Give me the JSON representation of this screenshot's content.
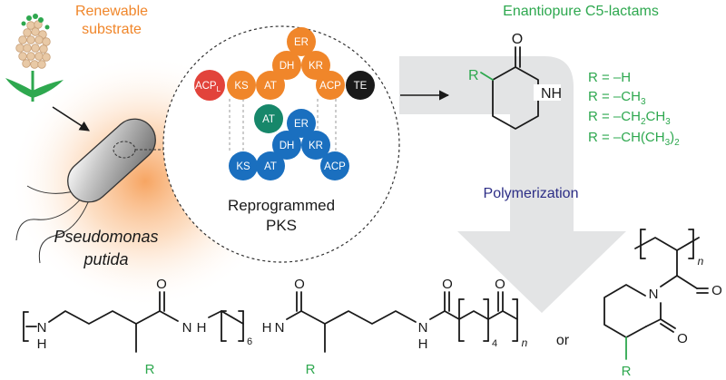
{
  "colors": {
    "orange": "#f0862a",
    "green": "#2ea84f",
    "navy": "#2d2e86",
    "blue": "#1a6fbf",
    "teal": "#17876a",
    "arrow_gray": "#e3e4e5",
    "black": "#1a1a1a"
  },
  "header": {
    "substrate_line1": "Renewable",
    "substrate_line2": "substrate",
    "product_title": "Enantiopure C5-lactams"
  },
  "organism": {
    "line1": "Pseudomonas",
    "line2": "putida"
  },
  "pks": {
    "label_line1": "Reprogrammed",
    "label_line2": "PKS",
    "top_module": [
      "ACP",
      "KS",
      "AT",
      "DH",
      "ER",
      "KR",
      "ACP",
      "TE"
    ],
    "acp_subscript": "L",
    "inserted_domain": "AT",
    "bottom_module": [
      "KS",
      "AT",
      "DH",
      "ER",
      "KR",
      "ACP"
    ]
  },
  "lactam": {
    "R": "R",
    "O": "O",
    "NH": "NH"
  },
  "substituents": {
    "r1": "R = –H",
    "r2_main": "R = –CH",
    "r2_sub": "3",
    "r3_a": "R = –CH",
    "r3_a_sub": "2",
    "r3_b": "CH",
    "r3_b_sub": "3",
    "r4_a": "R = –CH(CH",
    "r4_a_sub": "3",
    "r4_b": ")",
    "r4_b_sub": "2"
  },
  "process": {
    "label": "Polymerization"
  },
  "polymer": {
    "H": "H",
    "N": "N",
    "O": "O",
    "R": "R",
    "sub6": "6",
    "sub4": "4",
    "subn": "n",
    "or": "or"
  },
  "vinyl_polymer": {
    "N": "N",
    "O": "O",
    "R": "R",
    "subn": "n"
  }
}
